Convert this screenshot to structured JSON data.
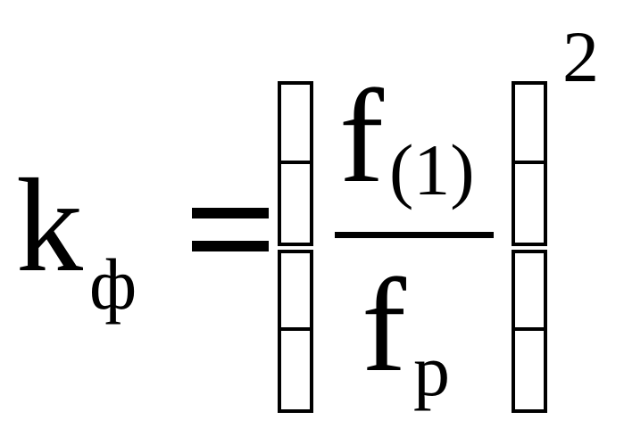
{
  "formula": {
    "lhs_symbol": "k",
    "lhs_subscript": "ф",
    "equals": "=",
    "numerator_symbol": "f",
    "numerator_subscript": "(1)",
    "denominator_symbol": "f",
    "denominator_subscript": "p",
    "exponent": "2"
  }
}
